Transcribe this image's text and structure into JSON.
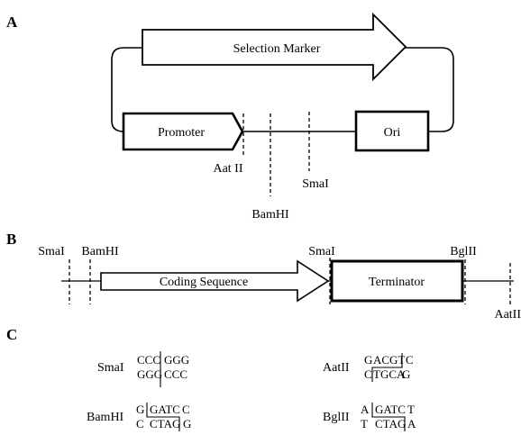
{
  "panels": {
    "a": "A",
    "b": "B",
    "c": "C"
  },
  "panel_a": {
    "selection_marker": "Selection Marker",
    "promoter": "Promoter",
    "ori": "Ori",
    "sites": {
      "aatii": "Aat II",
      "bamhi": "BamHI",
      "smai": "SmaI"
    }
  },
  "panel_b": {
    "left_sites": {
      "smai": "SmaI",
      "bamhi": "BamHI"
    },
    "coding_sequence": "Coding Sequence",
    "terminator": "Terminator",
    "right_sites": {
      "smai": "SmaI",
      "bglii": "BglII",
      "aatii": "AatII"
    }
  },
  "panel_c": {
    "smai": {
      "name": "SmaI",
      "top_left": "CCC",
      "top_right": "GGG",
      "bottom_left": "GGG",
      "bottom_right": "CCC"
    },
    "aatii": {
      "name": "AatII",
      "top_left": "G",
      "top_mid": "ACGT",
      "top_right": "C",
      "bottom_left": "C",
      "bottom_mid": "TGCA",
      "bottom_right": "G"
    },
    "bamhi": {
      "name": "BamHI",
      "top_left": "G",
      "top_mid": "GATC",
      "top_right": "C",
      "bottom_left": "C",
      "bottom_mid": "CTAG",
      "bottom_right": "G"
    },
    "bglii": {
      "name": "BglII",
      "top_left": "A",
      "top_mid": "GATC",
      "top_right": "T",
      "bottom_left": "T",
      "bottom_mid": "CTAG",
      "bottom_right": "A"
    }
  }
}
